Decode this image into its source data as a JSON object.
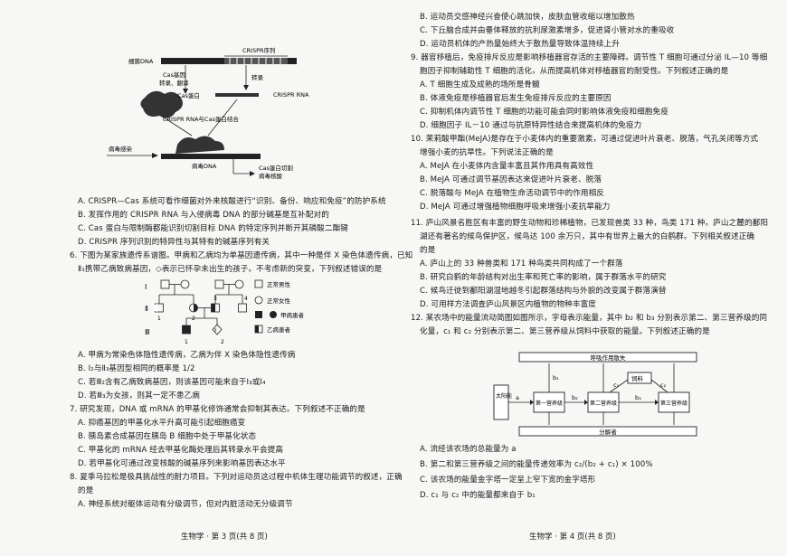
{
  "left": {
    "figure1": {
      "crispr_seq": "CRISPR序列",
      "bacterial_dna": "细菌DNA",
      "cas_gene": "Cas基因",
      "transcribe_translate": "转录、翻译",
      "cas_protein": "Cas蛋白",
      "transcribe": "转录",
      "crispr_rna": "CRISPR RNA",
      "combine": "CRISPR RNA与Cas蛋白结合",
      "virus_infect": "病毒感染",
      "virus_dna": "病毒DNA",
      "cut_note_1": "Cas蛋白切割",
      "cut_note_2": "病毒核酸"
    },
    "q5_options": [
      "A. CRISPR—Cas 系统可看作细菌对外来核酸进行“识别、备份、响应和免疫”的防护系统",
      "B. 发挥作用的 CRISPR RNA 与入侵病毒 DNA 的部分碱基是互补配对的",
      "C. Cas 蛋白与限制酶都能识别切割目标 DNA 的特定序列并断开其磷酸二酯键",
      "D. CRISPR 序列识别的特异性与其特有的碱基序列有关"
    ],
    "q6_stem_1": "6. 下图为某家族遗传系谱图。甲病和乙病均为单基因遗传病，其中一种是伴 X 染色体遗传病，已知",
    "q6_stem_2": "Ⅱ₁携带乙病致病基因，◇表示已怀孕未出生的孩子。不考虑新的突变，下列叙述错误的是",
    "pedigree_legend": [
      "正常男性",
      "正常女性",
      "甲病患者",
      "乙病患者"
    ],
    "gen_labels": [
      "Ⅰ",
      "Ⅱ",
      "Ⅲ"
    ],
    "q6_options": [
      "A. 甲病为常染色体隐性遗传病，乙病为伴 X 染色体隐性遗传病",
      "B. Ⅰ₂与Ⅱ₃基因型相同的概率是 1/2",
      "C. 若Ⅲ₂含有乙病致病基因，则该基因可能来自于Ⅰ₃或Ⅰ₄",
      "D. 若Ⅲ₃为女孩，则其一定不患乙病"
    ],
    "q7_stem": "7. 研究发现，DNA 或 mRNA 的甲基化修饰通常会抑制其表达。下列叙述不正确的是",
    "q7_options": [
      "A. 抑癌基因的甲基化水平升高可能引起细胞癌变",
      "B. 胰岛素合成基因在胰岛 B 细胞中处于甲基化状态",
      "C. 甲基化的 mRNA 经去甲基化酶处理后其转录水平会提高",
      "D. 若甲基化可通过改变核酸的碱基序列来影响基因表达水平"
    ],
    "q8_stem_1": "8. 夏季马拉松是极具挑战性的耐力项目。下列对运动员这过程中机体生理功能调节的叙述，正确",
    "q8_stem_2": "的是",
    "q8_option_a": "A. 神经系统对躯体运动有分级调节，但对内脏活动无分级调节",
    "footer": "生物学 · 第 3 页(共 8 页)"
  },
  "right": {
    "q8_options_rest": [
      "B. 运动员交感神经兴奋使心跳加快，皮肤血管收缩以增加散热",
      "C. 下丘脑合成并由垂体释放的抗利尿激素增多，促进肾小管对水的重吸收",
      "D. 运动员机体的产热量始终大于散热量导致体温持续上升"
    ],
    "q9_stem_1": "9. 器官移植后，免疫排斥反应是影响移植器官存活的主要障碍。调节性 T 细胞可通过分泌 IL—10 等细",
    "q9_stem_2": "胞因子抑制辅助性 T 细胞的活化，从而提高机体对移植器官的耐受性。下列叙述正确的是",
    "q9_options": [
      "A. T 细胞生成及成熟的场所是骨髓",
      "B. 体液免疫是移植器官后发生免疫排斥反应的主要原因",
      "C. 抑制机体内调节性 T 细胞的功能可能会同时影响体液免疫和细胞免疫",
      "D. 细胞因子 IL－10 通过与抗原特异性结合来提高机体的免疫力"
    ],
    "q10_stem_1": "10. 茉莉酸甲酯(MeJA)是存在于小麦体内的重要激素，可通过促进叶片衰老、脱落，气孔关闭等方式",
    "q10_stem_2": "增强小麦的抗旱性。下列说法正确的是",
    "q10_options": [
      "A. MeJA 在小麦体内含量丰富且其作用具有高效性",
      "B. MeJA 可通过调节基因表达来促进叶片衰老、脱落",
      "C. 脱落酸与 MeJA 在植物生命活动调节中的作用相反",
      "D. MeJA 可通过增强植物细胞呼吸来增强小麦抗旱能力"
    ],
    "q11_stem_1": "11. 庐山风景名胜区有丰富的野生动物和珍稀植物，已发现兽类 33 种，鸟类 171 种。庐山之麓的鄱阳",
    "q11_stem_2": "湖还有著名的候鸟保护区，候鸟达 100 余万只，其中有世界上最大的白鹤群。下列相关叙述正确",
    "q11_stem_3": "的是",
    "q11_options": [
      "A. 庐山上的 33 种兽类和 171 种鸟类共同构成了一个群落",
      "B. 研究白鹤的年龄结构对出生率和死亡率的影响，属于群落水平的研究",
      "C. 候鸟迁徙到鄱阳湖湿地越冬引起群落结构与外貌的改变属于群落演替",
      "D. 可用样方法调查庐山风景区内植物的物种丰富度"
    ],
    "q12_stem_1": "12. 某农场中的能量流动简图如图所示，字母表示能量，其中 b₂ 和 b₃ 分别表示第二、第三营养级的同",
    "q12_stem_2": "化量，c₁ 和 c₂ 分别表示第二、第三营养级从饲料中获取的能量。下列叙述正确的是",
    "figure2": {
      "respiration": "呼吸作用散失",
      "feed": "饲料",
      "sun": "太阳能",
      "level1": "第一营养级",
      "level2": "第二营养级",
      "level3": "第三营养级",
      "decomposer": "分解者",
      "a": "a",
      "b1": "b₁",
      "b2": "b₂",
      "b3": "b₃",
      "c1": "c₁",
      "c2": "c₂"
    },
    "q12_options": [
      "A. 流经该农场的总能量为 a",
      "B. 第二和第三营养级之间的能量传递效率为 c₂/(b₂ + c₁) × 100%",
      "C. 该农场的能量金字塔一定呈上窄下宽的金字塔形",
      "D. c₁ 与 c₂ 中的能量都来自于 b₁"
    ],
    "footer": "生物学 · 第 4 页(共 8 页)"
  }
}
